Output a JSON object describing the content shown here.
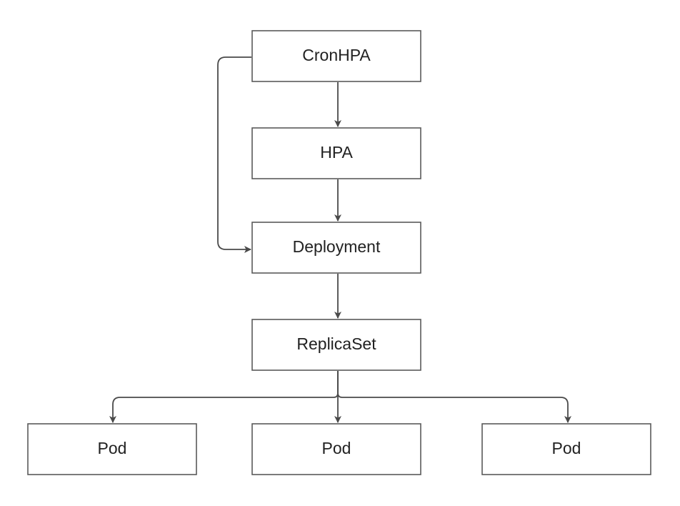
{
  "diagram": {
    "nodes": [
      {
        "id": "cronhpa",
        "label": "CronHPA"
      },
      {
        "id": "hpa",
        "label": "HPA"
      },
      {
        "id": "deployment",
        "label": "Deployment"
      },
      {
        "id": "replicaset",
        "label": "ReplicaSet"
      },
      {
        "id": "pod1",
        "label": "Pod"
      },
      {
        "id": "pod2",
        "label": "Pod"
      },
      {
        "id": "pod3",
        "label": "Pod"
      }
    ],
    "edges": [
      {
        "from": "cronhpa",
        "to": "hpa"
      },
      {
        "from": "cronhpa",
        "to": "deployment"
      },
      {
        "from": "hpa",
        "to": "deployment"
      },
      {
        "from": "deployment",
        "to": "replicaset"
      },
      {
        "from": "replicaset",
        "to": "pod1"
      },
      {
        "from": "replicaset",
        "to": "pod2"
      },
      {
        "from": "replicaset",
        "to": "pod3"
      }
    ]
  }
}
